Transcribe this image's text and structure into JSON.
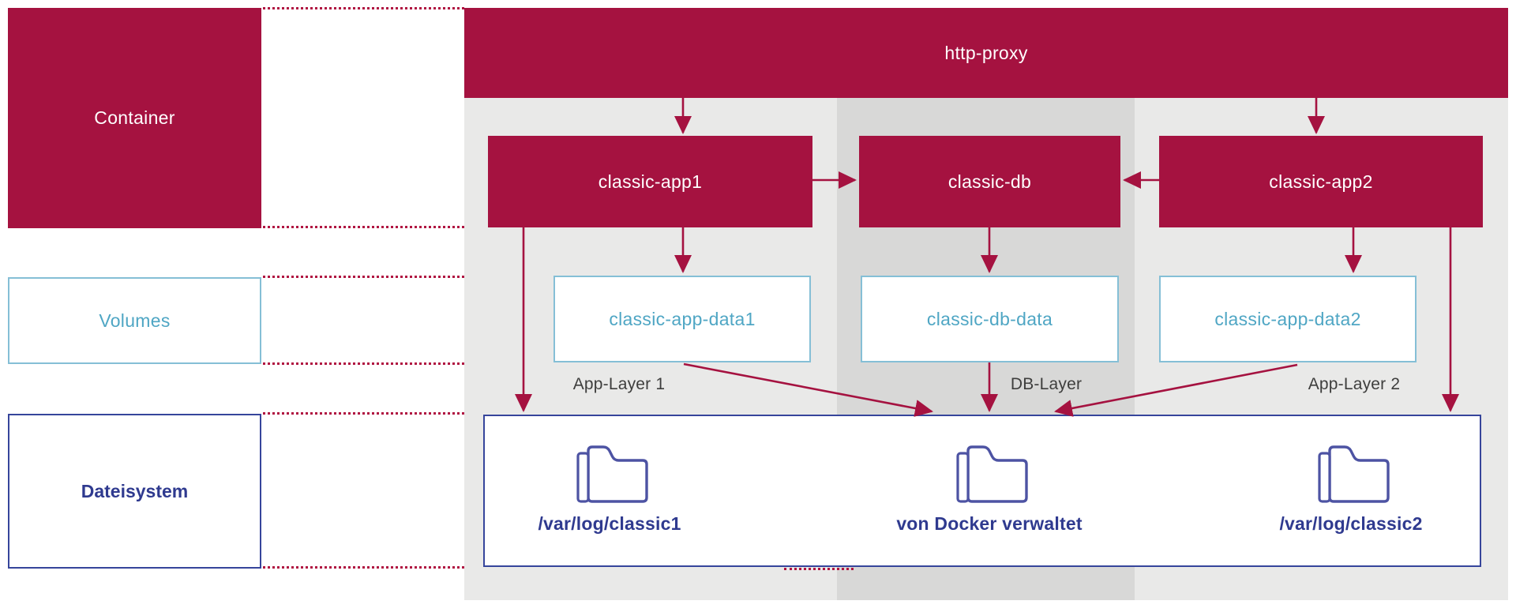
{
  "palette": {
    "crimson": "#A51240",
    "dotted_red": "#B01441",
    "panel_gray": "#E9E9E8",
    "panel_gray_dark": "#D8D8D7",
    "teal_border": "#85BFD6",
    "teal_text": "#4FA6C4",
    "blue_border": "#36459B",
    "blue_text": "#2F3A8F",
    "folder_outline": "#4D53A3",
    "layer_label_gray": "#3E3E3D"
  },
  "legend": {
    "container_label": "Container",
    "volumes_label": "Volumes",
    "filesystem_label": "Dateisystem"
  },
  "proxy": {
    "label": "http-proxy"
  },
  "containers": [
    {
      "label": "classic-app1"
    },
    {
      "label": "classic-db"
    },
    {
      "label": "classic-app2"
    }
  ],
  "volumes": [
    {
      "label": "classic-app-data1",
      "layer_label": "App-Layer 1"
    },
    {
      "label": "classic-db-data",
      "layer_label": "DB-Layer"
    },
    {
      "label": "classic-app-data2",
      "layer_label": "App-Layer 2"
    }
  ],
  "filesystem": {
    "folders": [
      {
        "label": "/var/log/classic1"
      },
      {
        "label": "von Docker verwaltet"
      },
      {
        "label": "/var/log/classic2"
      }
    ]
  }
}
